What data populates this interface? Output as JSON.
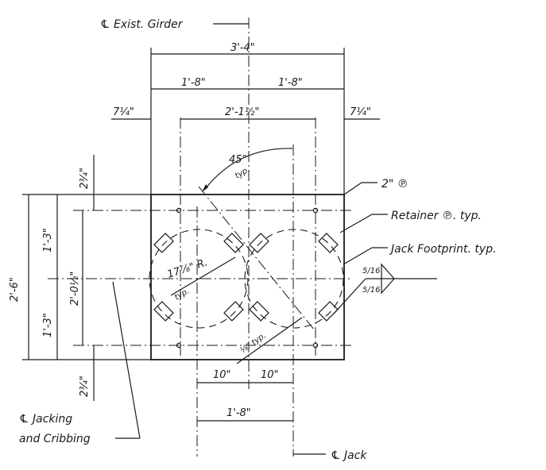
{
  "labels": {
    "exist_girder": "℄ Exist. Girder",
    "plate": "2\" ℗",
    "retainer": "Retainer ℗. typ.",
    "jack_footprint": "Jack Footprint. typ.",
    "jacking_line1": "℄ Jacking",
    "jacking_line2": "and Cribbing",
    "jack": "℄ Jack",
    "angle": "45°",
    "angle_typ": "typ.",
    "radius": "17⅞\" R.",
    "radius_typ": "typ.",
    "eighth_typ": "⅛\" typ.",
    "weld_top": "5/16",
    "weld_bottom": "5/16"
  },
  "dimensions": {
    "overall_width": "3'-4\"",
    "half_left": "1'-8\"",
    "half_right": "1'-8\"",
    "offset_left": "7¼\"",
    "offset_right": "7¼\"",
    "retainer_spacing": "2'-1½\"",
    "overall_height": "2'-6\"",
    "half_upper": "1'-3\"",
    "half_lower": "1'-3\"",
    "inner_height": "2'-0½\"",
    "edge_top": "2¾\"",
    "edge_bottom": "2¾\"",
    "jack_half_left": "10\"",
    "jack_half_right": "10\"",
    "jack_spacing": "1'-8\""
  }
}
